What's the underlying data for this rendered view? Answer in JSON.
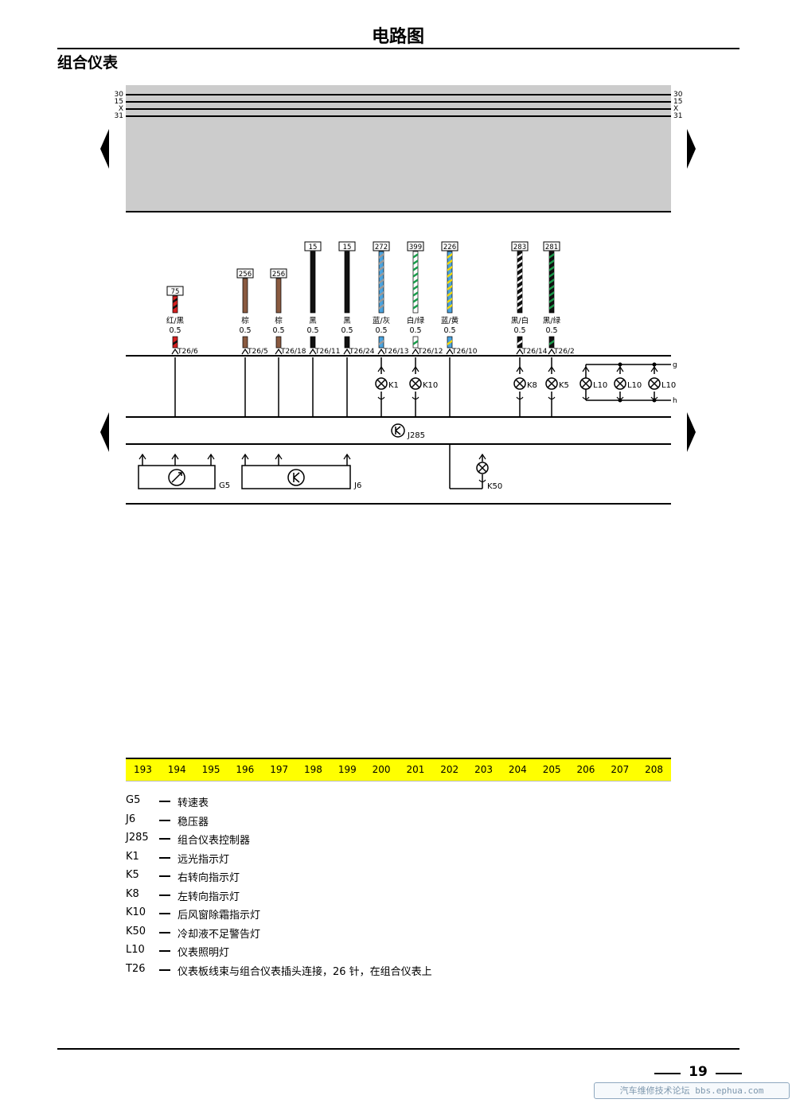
{
  "header": {
    "title": "电路图",
    "section": "组合仪表"
  },
  "colors": {
    "panel": "#cccccc",
    "grid_strip": "#ffff00"
  },
  "rails": {
    "left_labels": [
      "30",
      "15",
      "X",
      "31"
    ],
    "right_labels": [
      "30",
      "15",
      "X",
      "31"
    ],
    "side_labels": [
      "g",
      "h"
    ]
  },
  "wires": [
    {
      "code": "75",
      "color_label": "红/黑",
      "size": "0.5",
      "pin": "T26/6",
      "colors": [
        "#d42020",
        "#111111"
      ]
    },
    {
      "code": "256",
      "color_label": "棕",
      "size": "0.5",
      "pin": "T26/5",
      "colors": [
        "#8a5a40"
      ]
    },
    {
      "code": "256",
      "color_label": "棕",
      "size": "0.5",
      "pin": "T26/18",
      "colors": [
        "#8a5a40"
      ]
    },
    {
      "code": "15",
      "color_label": "黑",
      "size": "0.5",
      "pin": "T26/11",
      "colors": [
        "#111111"
      ]
    },
    {
      "code": "15",
      "color_label": "黑",
      "size": "0.5",
      "pin": "T26/24",
      "colors": [
        "#111111"
      ]
    },
    {
      "code": "272",
      "color_label": "蓝/灰",
      "size": "0.5",
      "pin": "T26/13",
      "colors": [
        "#4aa3df",
        "#9a9a9a"
      ]
    },
    {
      "code": "399",
      "color_label": "白/绿",
      "size": "0.5",
      "pin": "T26/12",
      "colors": [
        "#ffffff",
        "#1a9a4a"
      ]
    },
    {
      "code": "226",
      "color_label": "蓝/黄",
      "size": "0.5",
      "pin": "T26/10",
      "colors": [
        "#4aa3df",
        "#f2d600"
      ]
    },
    {
      "code": "283",
      "color_label": "黑/白",
      "size": "0.5",
      "pin": "T26/14",
      "colors": [
        "#111111",
        "#ffffff"
      ]
    },
    {
      "code": "281",
      "color_label": "黑/绿",
      "size": "0.5",
      "pin": "T26/2",
      "colors": [
        "#111111",
        "#1a9a4a"
      ]
    }
  ],
  "components": {
    "k1": "K1",
    "k10": "K10",
    "k8": "K8",
    "k5": "K5",
    "l10": "L10",
    "j285": "J285",
    "k50": "K50",
    "g5": "G5",
    "j6": "J6"
  },
  "grid": [
    "193",
    "194",
    "195",
    "196",
    "197",
    "198",
    "199",
    "200",
    "201",
    "202",
    "203",
    "204",
    "205",
    "206",
    "207",
    "208"
  ],
  "legend": [
    {
      "code": "G5",
      "desc": "转速表"
    },
    {
      "code": "J6",
      "desc": "稳压器"
    },
    {
      "code": "J285",
      "desc": "组合仪表控制器"
    },
    {
      "code": "K1",
      "desc": "远光指示灯"
    },
    {
      "code": "K5",
      "desc": "右转向指示灯"
    },
    {
      "code": "K8",
      "desc": "左转向指示灯"
    },
    {
      "code": "K10",
      "desc": "后风窗除霜指示灯"
    },
    {
      "code": "K50",
      "desc": "冷却液不足警告灯"
    },
    {
      "code": "L10",
      "desc": "仪表照明灯"
    },
    {
      "code": "T26",
      "desc": "仪表板线束与组合仪表插头连接，26 针，在组合仪表上"
    }
  ],
  "footer": {
    "page": "19",
    "watermark": "汽车维修技术论坛 bbs.ephua.com"
  }
}
